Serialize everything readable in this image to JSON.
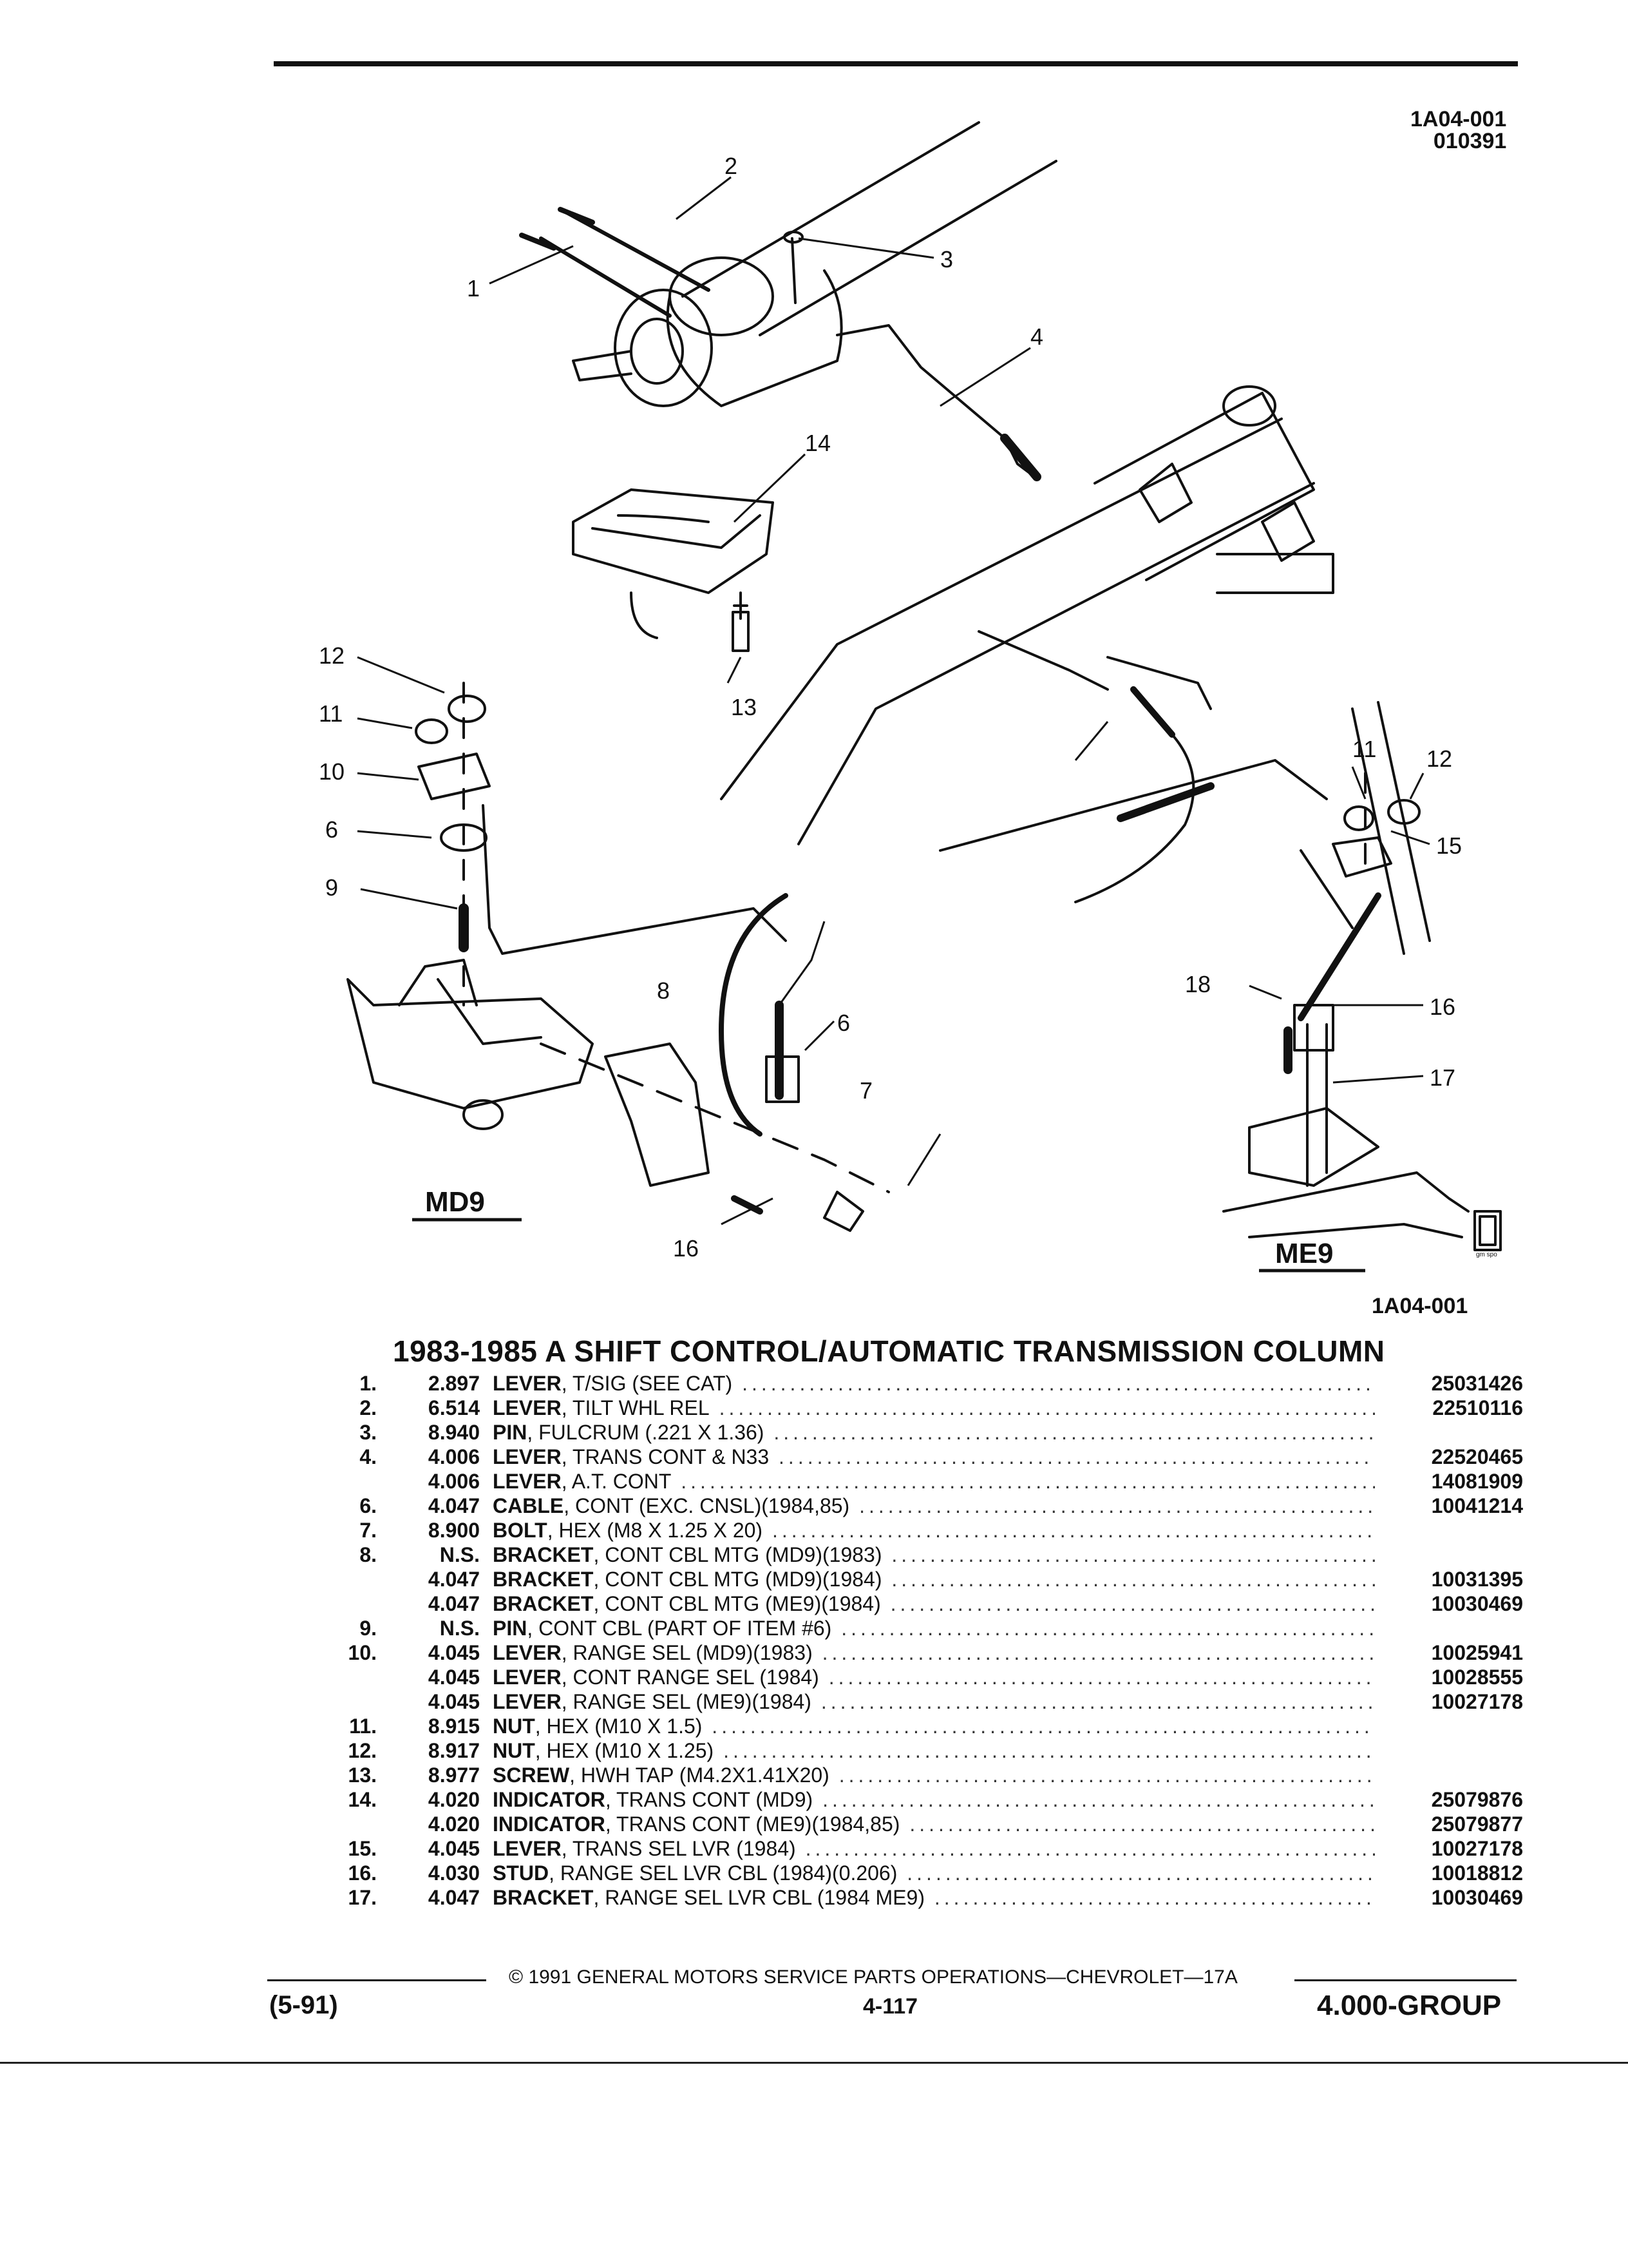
{
  "header": {
    "ref_code_1": "1A04-001",
    "ref_code_2": "010391"
  },
  "diagram": {
    "callouts": [
      "1",
      "2",
      "3",
      "4",
      "14",
      "12",
      "11",
      "10",
      "6",
      "9",
      "13",
      "8",
      "6",
      "7",
      "16",
      "11",
      "12",
      "15",
      "18",
      "16",
      "17"
    ],
    "labels": {
      "md9": "MD9",
      "me9": "ME9",
      "logo": "gm spo"
    }
  },
  "figure_code": "1A04-001",
  "title": "1983-1985 A SHIFT CONTROL/AUTOMATIC TRANSMISSION COLUMN",
  "parts": [
    {
      "num": "1.",
      "group": "2.897",
      "name": "LEVER",
      "spec": ", T/SIG (SEE CAT)",
      "part": "25031426"
    },
    {
      "num": "2.",
      "group": "6.514",
      "name": "LEVER",
      "spec": ", TILT WHL REL",
      "part": "22510116"
    },
    {
      "num": "3.",
      "group": "8.940",
      "name": "PIN",
      "spec": ", FULCRUM (.221 X 1.36)",
      "part": ""
    },
    {
      "num": "4.",
      "group": "4.006",
      "name": "LEVER",
      "spec": ", TRANS CONT & N33",
      "part": "22520465"
    },
    {
      "num": "",
      "group": "4.006",
      "name": "LEVER",
      "spec": ", A.T. CONT",
      "part": "14081909"
    },
    {
      "num": "6.",
      "group": "4.047",
      "name": "CABLE",
      "spec": ", CONT (EXC. CNSL)(1984,85)",
      "part": "10041214"
    },
    {
      "num": "7.",
      "group": "8.900",
      "name": "BOLT",
      "spec": ", HEX (M8 X 1.25 X 20)",
      "part": ""
    },
    {
      "num": "8.",
      "group": "N.S.",
      "name": "BRACKET",
      "spec": ", CONT CBL MTG (MD9)(1983)",
      "part": ""
    },
    {
      "num": "",
      "group": "4.047",
      "name": "BRACKET",
      "spec": ", CONT CBL MTG (MD9)(1984)",
      "part": "10031395"
    },
    {
      "num": "",
      "group": "4.047",
      "name": "BRACKET",
      "spec": ", CONT CBL MTG (ME9)(1984)",
      "part": "10030469"
    },
    {
      "num": "9.",
      "group": "N.S.",
      "name": "PIN",
      "spec": ", CONT CBL (PART OF ITEM #6)",
      "part": ""
    },
    {
      "num": "10.",
      "group": "4.045",
      "name": "LEVER",
      "spec": ", RANGE SEL (MD9)(1983)",
      "part": "10025941"
    },
    {
      "num": "",
      "group": "4.045",
      "name": "LEVER",
      "spec": ", CONT RANGE SEL (1984)",
      "part": "10028555"
    },
    {
      "num": "",
      "group": "4.045",
      "name": "LEVER",
      "spec": ", RANGE SEL (ME9)(1984)",
      "part": "10027178"
    },
    {
      "num": "11.",
      "group": "8.915",
      "name": "NUT",
      "spec": ", HEX (M10 X 1.5)",
      "part": ""
    },
    {
      "num": "12.",
      "group": "8.917",
      "name": "NUT",
      "spec": ", HEX (M10 X 1.25)",
      "part": ""
    },
    {
      "num": "13.",
      "group": "8.977",
      "name": "SCREW",
      "spec": ", HWH TAP (M4.2X1.41X20)",
      "part": ""
    },
    {
      "num": "14.",
      "group": "4.020",
      "name": "INDICATOR",
      "spec": ", TRANS CONT (MD9)",
      "part": "25079876"
    },
    {
      "num": "",
      "group": "4.020",
      "name": "INDICATOR",
      "spec": ", TRANS CONT (ME9)(1984,85)",
      "part": "25079877"
    },
    {
      "num": "15.",
      "group": "4.045",
      "name": "LEVER",
      "spec": ", TRANS SEL LVR (1984)",
      "part": "10027178"
    },
    {
      "num": "16.",
      "group": "4.030",
      "name": "STUD",
      "spec": ", RANGE SEL LVR CBL (1984)(0.206)",
      "part": "10018812"
    },
    {
      "num": "17.",
      "group": "4.047",
      "name": "BRACKET",
      "spec": ", RANGE SEL LVR CBL (1984 ME9)",
      "part": "10030469"
    }
  ],
  "footer": {
    "copyright": "© 1991 GENERAL MOTORS SERVICE PARTS OPERATIONS—CHEVROLET—17A",
    "date_code": "(5-91)",
    "page_num": "4-117",
    "group": "4.000-GROUP"
  }
}
